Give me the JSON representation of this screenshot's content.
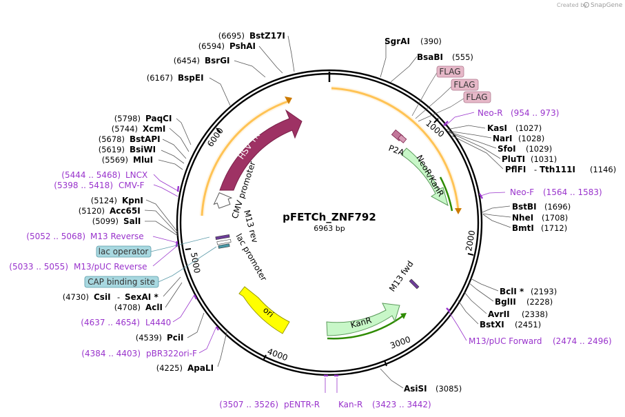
{
  "plasmid": {
    "name": "pFETCh_ZNF792",
    "length_label": "6963 bp",
    "length": 6963
  },
  "credit": {
    "prefix": "Created by",
    "brand": "SnapGene"
  },
  "ticks": [
    {
      "bp": 1000,
      "label": "1000"
    },
    {
      "bp": 2000,
      "label": "2000"
    },
    {
      "bp": 3000,
      "label": "3000"
    },
    {
      "bp": 4000,
      "label": "4000"
    },
    {
      "bp": 5000,
      "label": "5000"
    },
    {
      "bp": 6000,
      "label": "6000"
    }
  ],
  "enzymes": [
    {
      "name": "BstZ17I",
      "pos": "(6695)"
    },
    {
      "name": "PshAI",
      "pos": "(6594)"
    },
    {
      "name": "BsrGI",
      "pos": "(6454)"
    },
    {
      "name": "BspEI",
      "pos": "(6167)"
    },
    {
      "name": "PaqCI",
      "pos": "(5798)"
    },
    {
      "name": "XcmI",
      "pos": "(5744)"
    },
    {
      "name": "BstAPI",
      "pos": "(5678)"
    },
    {
      "name": "BsiWI",
      "pos": "(5619)"
    },
    {
      "name": "MluI",
      "pos": "(5569)"
    },
    {
      "name": "KpnI",
      "pos": "(5124)"
    },
    {
      "name": "Acc65I",
      "pos": "(5120)"
    },
    {
      "name": "SalI",
      "pos": "(5099)"
    },
    {
      "name": "CsiI",
      "pos": "(4730)",
      "name2": "SexAI *"
    },
    {
      "name": "AclI",
      "pos": "(4708)"
    },
    {
      "name": "PciI",
      "pos": "(4539)"
    },
    {
      "name": "ApaLI",
      "pos": "(4225)"
    },
    {
      "name": "SgrAI",
      "pos": "(390)"
    },
    {
      "name": "BsaBI",
      "pos": "(555)"
    },
    {
      "name": "KasI",
      "pos": "(1027)"
    },
    {
      "name": "NarI",
      "pos": "(1028)"
    },
    {
      "name": "SfoI",
      "pos": "(1029)"
    },
    {
      "name": "PluTI",
      "pos": "(1031)"
    },
    {
      "name": "PflFI",
      "pos": "(1146)",
      "name2": "Tth111I"
    },
    {
      "name": "BstBI",
      "pos": "(1696)"
    },
    {
      "name": "NheI",
      "pos": "(1708)"
    },
    {
      "name": "BmtI",
      "pos": "(1712)"
    },
    {
      "name": "BclI *",
      "pos": "(2193)"
    },
    {
      "name": "BglII",
      "pos": "(2228)"
    },
    {
      "name": "AvrII",
      "pos": "(2338)"
    },
    {
      "name": "BstXI",
      "pos": "(2451)"
    },
    {
      "name": "AsiSI",
      "pos": "(3085)"
    }
  ],
  "primers": [
    {
      "name": "LNCX",
      "range": "(5444 .. 5468)"
    },
    {
      "name": "CMV-F",
      "range": "(5398 .. 5418)"
    },
    {
      "name": "M13 Reverse",
      "range": "(5052 .. 5068)"
    },
    {
      "name": "M13/pUC Reverse",
      "range": "(5033 .. 5055)"
    },
    {
      "name": "L4440",
      "range": "(4637 .. 4654)"
    },
    {
      "name": "pBR322ori-F",
      "range": "(4384 .. 4403)"
    },
    {
      "name": "pENTR-R",
      "range": "(3507 .. 3526)"
    },
    {
      "name": "Kan-R",
      "range": "(3423 .. 3442)"
    },
    {
      "name": "Neo-R",
      "range": "(954 .. 973)"
    },
    {
      "name": "Neo-F",
      "range": "(1564 .. 1583)"
    },
    {
      "name": "M13/pUC Forward",
      "range": "(2474 .. 2496)"
    }
  ],
  "boxed_features": [
    {
      "name": "FLAG"
    },
    {
      "name": "FLAG"
    },
    {
      "name": "FLAG"
    },
    {
      "name": "lac operator"
    },
    {
      "name": "CAP binding site"
    }
  ],
  "features": [
    {
      "name": "HSV TK"
    },
    {
      "name": "CMV promoter"
    },
    {
      "name": "M13 rev"
    },
    {
      "name": "lac promoter"
    },
    {
      "name": "ori"
    },
    {
      "name": "KanR"
    },
    {
      "name": "M13 fwd"
    },
    {
      "name": "NeoR/KanR"
    },
    {
      "name": "P2A"
    }
  ],
  "colors": {
    "backbone": "#000000",
    "hsv_tk": "#9e3264",
    "kanr": "#c8f7c8",
    "ori": "#ffff00",
    "promoter": "#ffffff",
    "orf_arc": "#ffa500",
    "green_arc": "#2e8b00",
    "primer": "#9933cc",
    "box_pink": "#e6b8c8",
    "box_teal": "#a8d8e0",
    "p2a": "#c2779a"
  }
}
